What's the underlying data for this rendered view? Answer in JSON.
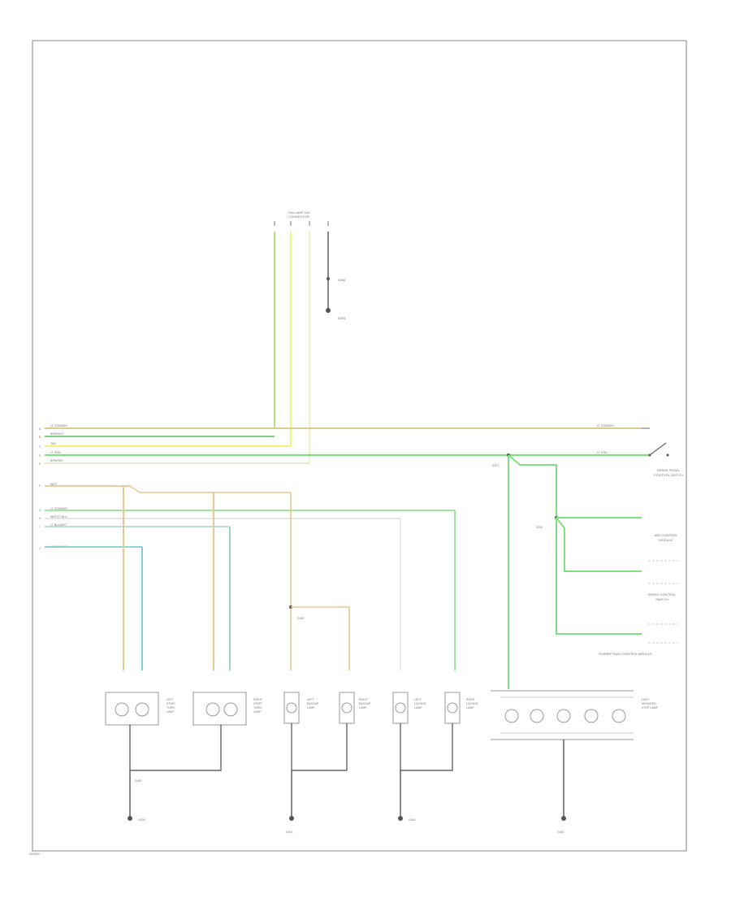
{
  "diagram": {
    "title": "",
    "footer_code": "W4450",
    "labels": {
      "connector_top": [
        "TAILLAMP S/W",
        "CONNECTOR"
      ],
      "top_splice_1": "S200",
      "top_ground": "G201",
      "left_wires": [
        "LT GRN/BRN",
        "BRN/WHT",
        "TAN",
        "LT GRN",
        "BRN/RED",
        "WHT",
        "LT GRN/WHT",
        "WHT/LT BLU",
        "LT BLU/WHT",
        "LT BLU/WHT"
      ],
      "brake_switch": [
        "BRAKE PEDAL",
        "POSITION SWITCH"
      ],
      "splice_right_upper": "S201",
      "splice_right_mid": "S209",
      "right_wire_1": "LT GRN/BRN",
      "right_wire_2": "LT GRN",
      "abs_module": [
        "ABS CONTROL",
        "MODULE"
      ],
      "speed_switch": [
        "SPEED CONTROL",
        "SWITCH"
      ],
      "pcm": "POWERTRAIN CONTROL MODULE",
      "hi_mount": [
        "HIGH",
        "MOUNTED",
        "STOP LAMP"
      ],
      "left_stop": [
        "LEFT",
        "STOP/",
        "TURN",
        "LAMP"
      ],
      "right_stop": [
        "RIGHT",
        "STOP/",
        "TURN",
        "LAMP"
      ],
      "left_backup": [
        "LEFT",
        "BACKUP",
        "LAMP"
      ],
      "right_backup": [
        "RIGHT",
        "BACKUP",
        "LAMP"
      ],
      "left_plate": [
        "LEFT",
        "LICENSE",
        "LAMP"
      ],
      "right_plate": [
        "RIGHT",
        "LICENSE",
        "LAMP"
      ],
      "splice_s1": "S406",
      "splice_s2": "S405",
      "ground_1": "G403",
      "ground_2": "G401",
      "ground_3": "G404",
      "ground_4": "G401"
    }
  }
}
